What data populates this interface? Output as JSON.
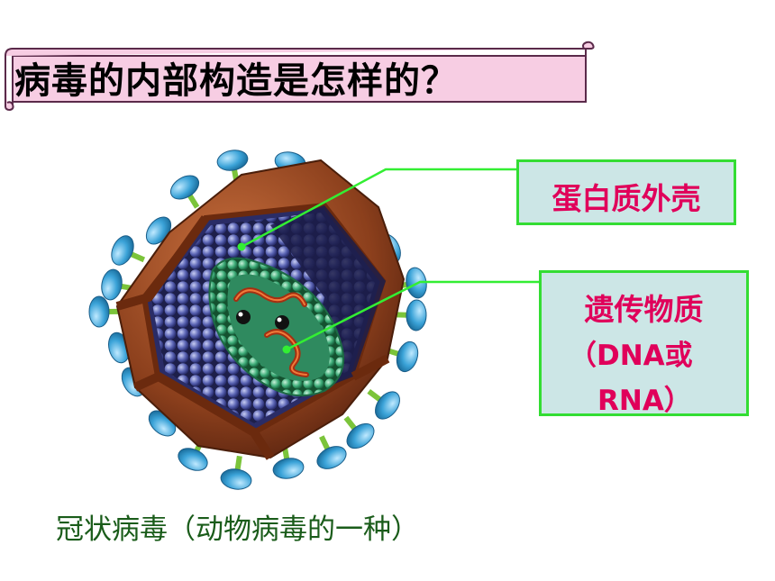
{
  "title": "病毒的内部构造是怎样的？",
  "labels": {
    "protein_shell": "蛋白质外壳",
    "genetic_material_line1": "遗传物质",
    "genetic_material_line2": "（DNA或",
    "genetic_material_line3": "RNA）"
  },
  "caption": "冠状病毒（动物病毒的一种）",
  "colors": {
    "title_banner": "#f7cde3",
    "label_text": "#e0005a",
    "label_box_fill": "#cce6e6",
    "label_box_border": "#33dd33",
    "leader_line": "#33ee33",
    "caption_text": "#1a5c1a",
    "capsid_outer": "#8b3f1c",
    "spike_head": "#3ba3d8",
    "spike_stalk": "#7bc43a",
    "core_ring": "#3fae7a",
    "matrix_dots": "#4f5aa8"
  }
}
